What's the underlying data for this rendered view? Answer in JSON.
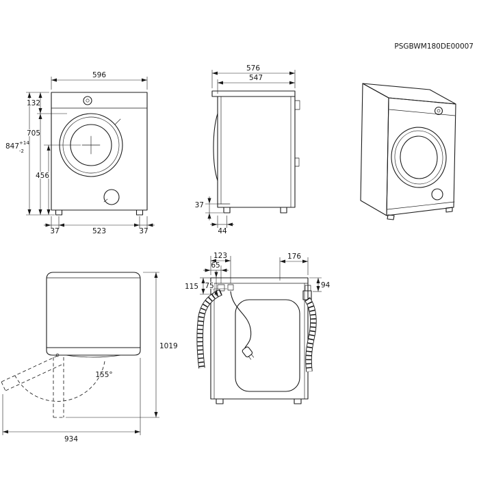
{
  "document_code": "PSGBWM180DE00007",
  "front_view": {
    "width_top": "596",
    "top_to_door": "132",
    "door_top_to_floor": "705",
    "overall_height": "847",
    "height_tol_plus": "+14",
    "height_tol_minus": "-2",
    "door_center_height": "456",
    "foot_left_offset": "37",
    "feet_distance": "523",
    "foot_right_offset": "37"
  },
  "side_view": {
    "overall_depth": "576",
    "body_depth": "547",
    "plinth_height": "37",
    "foot_offset": "44"
  },
  "door_open_view": {
    "door_angle": "155°",
    "height_door_open": "1019",
    "depth_door_open": "934"
  },
  "rear_view": {
    "dim_123": "123",
    "dim_65": "65",
    "dim_176": "176",
    "dim_115": "115",
    "dim_75": "75",
    "dim_94": "94"
  }
}
